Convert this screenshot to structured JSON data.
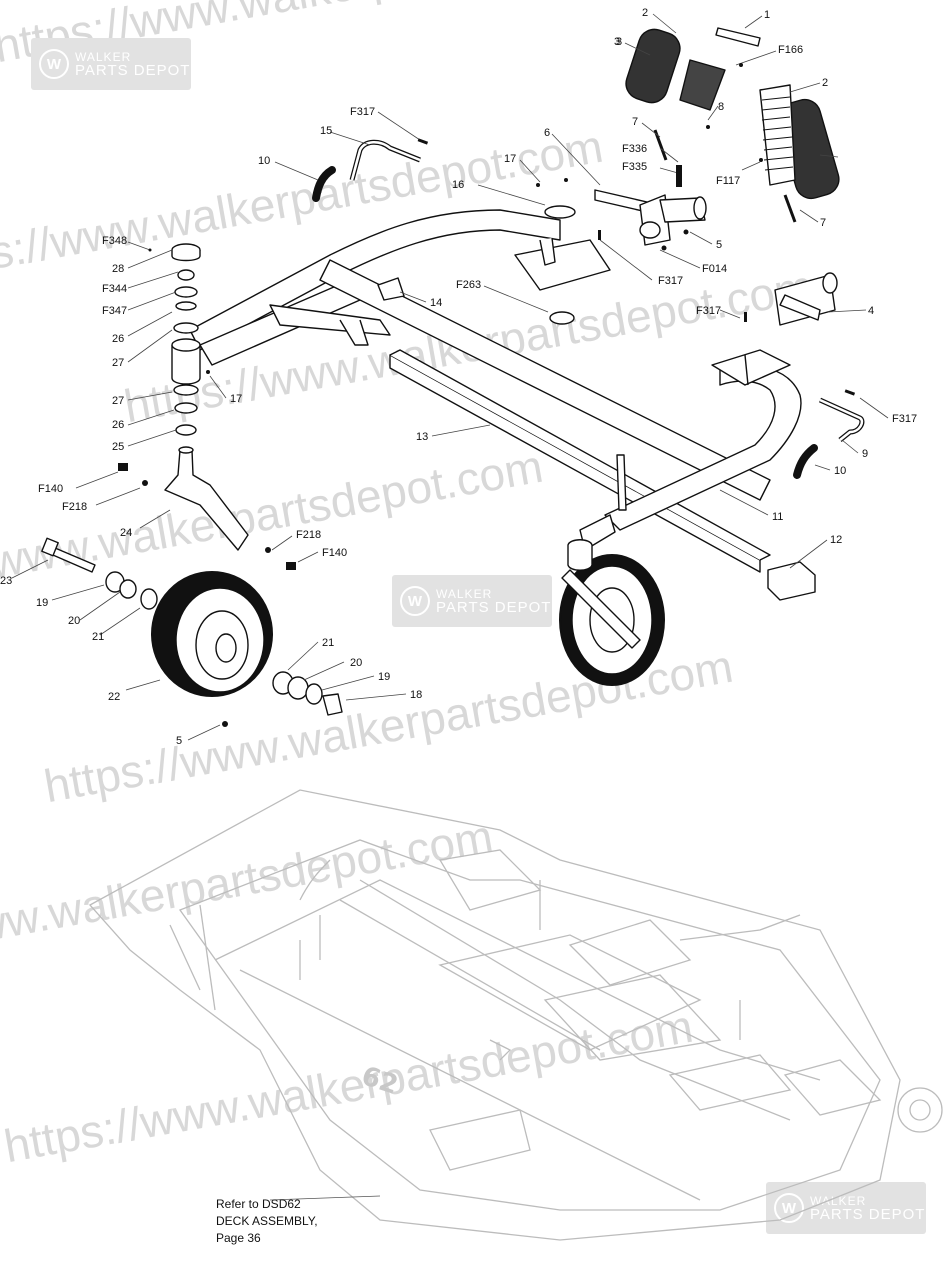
{
  "watermark": {
    "url_text": "https://www.walkerpartsdepot.com",
    "badge_line1": "WALKER",
    "badge_line2": "PARTS DEPOT",
    "badge_logo": "W"
  },
  "callouts": [
    "1",
    "2",
    "3",
    "F166",
    "2",
    "3",
    "7",
    "8",
    "F336",
    "F335",
    "F117",
    "7",
    "F317",
    "15",
    "10",
    "6",
    "17",
    "16",
    "5",
    "F014",
    "F317",
    "F348",
    "28",
    "F344",
    "F347",
    "26",
    "27",
    "17",
    "14",
    "F263",
    "F317",
    "4",
    "27",
    "26",
    "25",
    "13",
    "F317",
    "9",
    "10",
    "11",
    "F140",
    "F218",
    "24",
    "F218",
    "F140",
    "12",
    "23",
    "19",
    "20",
    "21",
    "22",
    "21",
    "20",
    "19",
    "18",
    "5"
  ],
  "deck_note": {
    "line1": "Refer to DSD62",
    "line2": "DECK ASSEMBLY,",
    "line3": "Page 36"
  },
  "deck_emblem": "62",
  "colors": {
    "line": "#111111",
    "deck_line": "#bcbcbc",
    "watermark": "#d8d8d8",
    "badge": "#e2e2e2"
  }
}
